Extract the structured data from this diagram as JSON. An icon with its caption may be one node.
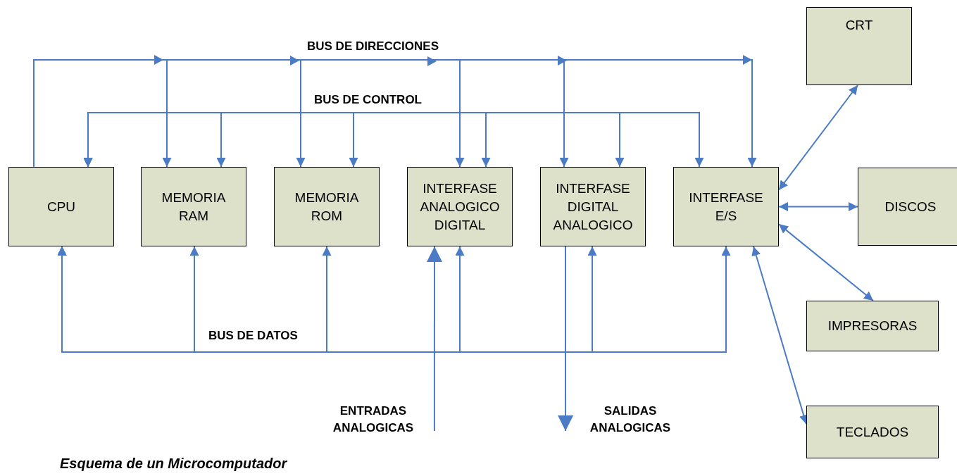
{
  "diagram": {
    "caption": "Esquema de un Microcomputador",
    "nodes": [
      {
        "text": [
          "CPU"
        ]
      },
      {
        "text": [
          "MEMORIA RAM"
        ]
      },
      {
        "text": [
          "MEMORIA ROM"
        ]
      },
      {
        "text": [
          "INTERFASE ANALOGICO DIGITAL"
        ]
      },
      {
        "text": [
          "INTERFASE DIGITAL ANALOGICO"
        ]
      },
      {
        "text": [
          "INTERFASE E/S"
        ]
      },
      {
        "text": [
          "CRT"
        ]
      },
      {
        "text": [
          "DISCOS"
        ]
      },
      {
        "text": [
          "IMPRESORAS"
        ]
      },
      {
        "text": [
          "TECLADOS"
        ]
      },
      {
        "text": [
          "ENTRADAS ANALOGICAS"
        ]
      },
      {
        "text": [
          "SALIDAS ANALOGICAS"
        ]
      }
    ],
    "edges": [
      {
        "from": 0,
        "to": 1,
        "arrow": "to"
      },
      {
        "from": 0,
        "to": 2,
        "arrow": "to"
      },
      {
        "from": 0,
        "to": 3,
        "arrow": "to"
      },
      {
        "from": 0,
        "to": 4,
        "arrow": "to"
      },
      {
        "from": 0,
        "to": 5,
        "arrow": "to"
      },
      {
        "from": 0,
        "to": 1,
        "arrow": "both"
      },
      {
        "from": 0,
        "to": 2,
        "arrow": "both"
      },
      {
        "from": 0,
        "to": 3,
        "arrow": "both"
      },
      {
        "from": 0,
        "to": 4,
        "arrow": "both"
      },
      {
        "from": 0,
        "to": 5,
        "arrow": "both"
      },
      {
        "from": 0,
        "to": 1,
        "arrow": "both"
      },
      {
        "from": 0,
        "to": 2,
        "arrow": "both"
      },
      {
        "from": 0,
        "to": 3,
        "arrow": "both"
      },
      {
        "from": 0,
        "to": 4,
        "arrow": "both"
      },
      {
        "from": 0,
        "to": 5,
        "arrow": "both"
      },
      {
        "from": 10,
        "to": 3,
        "arrow": "to"
      },
      {
        "from": 4,
        "to": 11,
        "arrow": "to"
      },
      {
        "from": 5,
        "to": 6,
        "arrow": "both"
      },
      {
        "from": 5,
        "to": 7,
        "arrow": "both"
      },
      {
        "from": 5,
        "to": 8,
        "arrow": "both"
      },
      {
        "from": 5,
        "to": 9,
        "arrow": "both"
      }
    ],
    "labels": [
      "BUS DE DIRECCIONES",
      "BUS DE CONTROL",
      "BUS DE DATOS"
    ]
  }
}
